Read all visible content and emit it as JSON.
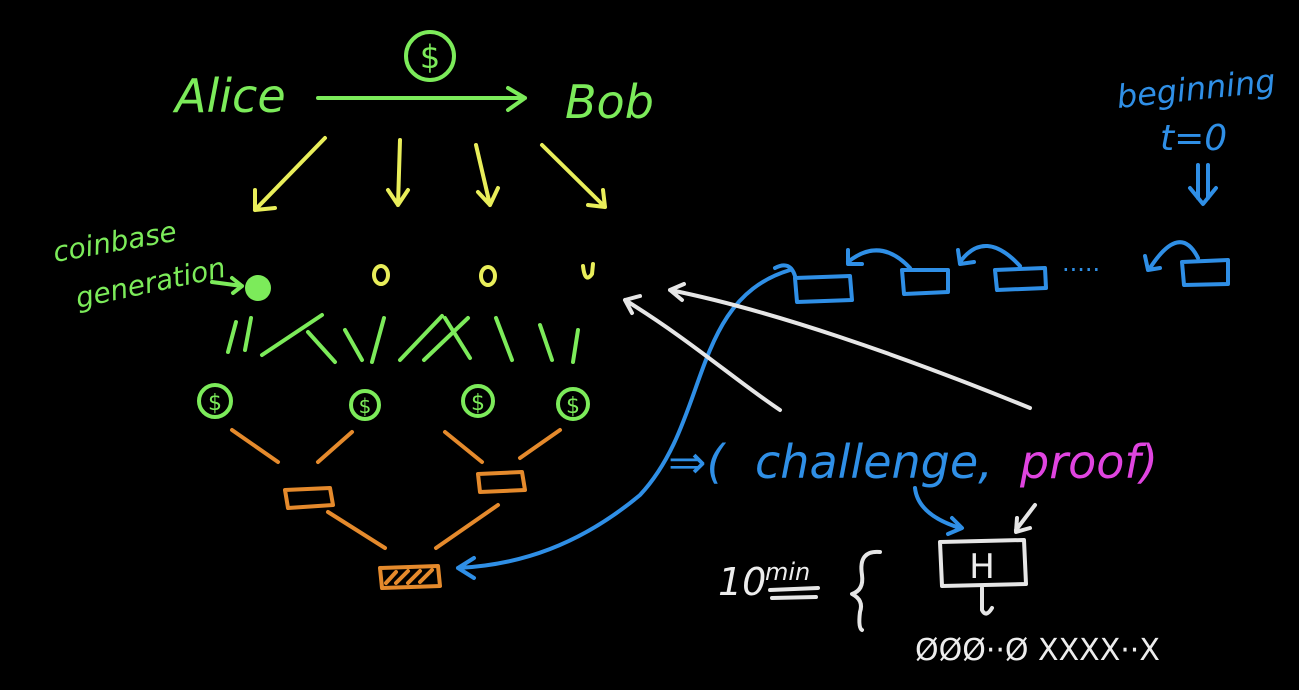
{
  "labels": {
    "alice": "Alice",
    "bob": "Bob",
    "coin": "$",
    "coinbase_line1": "coinbase",
    "coinbase_line2": "generation",
    "beginning": "beginning",
    "t_zero": "t=0",
    "challenge_open": "⇒(",
    "challenge": "challenge,",
    "proof": "proof",
    "challenge_close": ")",
    "hash": "H",
    "ten": "10",
    "min": "min",
    "bits": "ØØØ··Ø XXXX··X",
    "dots": "·····"
  },
  "colors": {
    "green": "#7CEB5A",
    "yellow": "#E9EE5A",
    "orange": "#E58A2C",
    "blue": "#2F8FE6",
    "white": "#E6E6E6",
    "pink": "#E044E0",
    "background": "#000000"
  }
}
